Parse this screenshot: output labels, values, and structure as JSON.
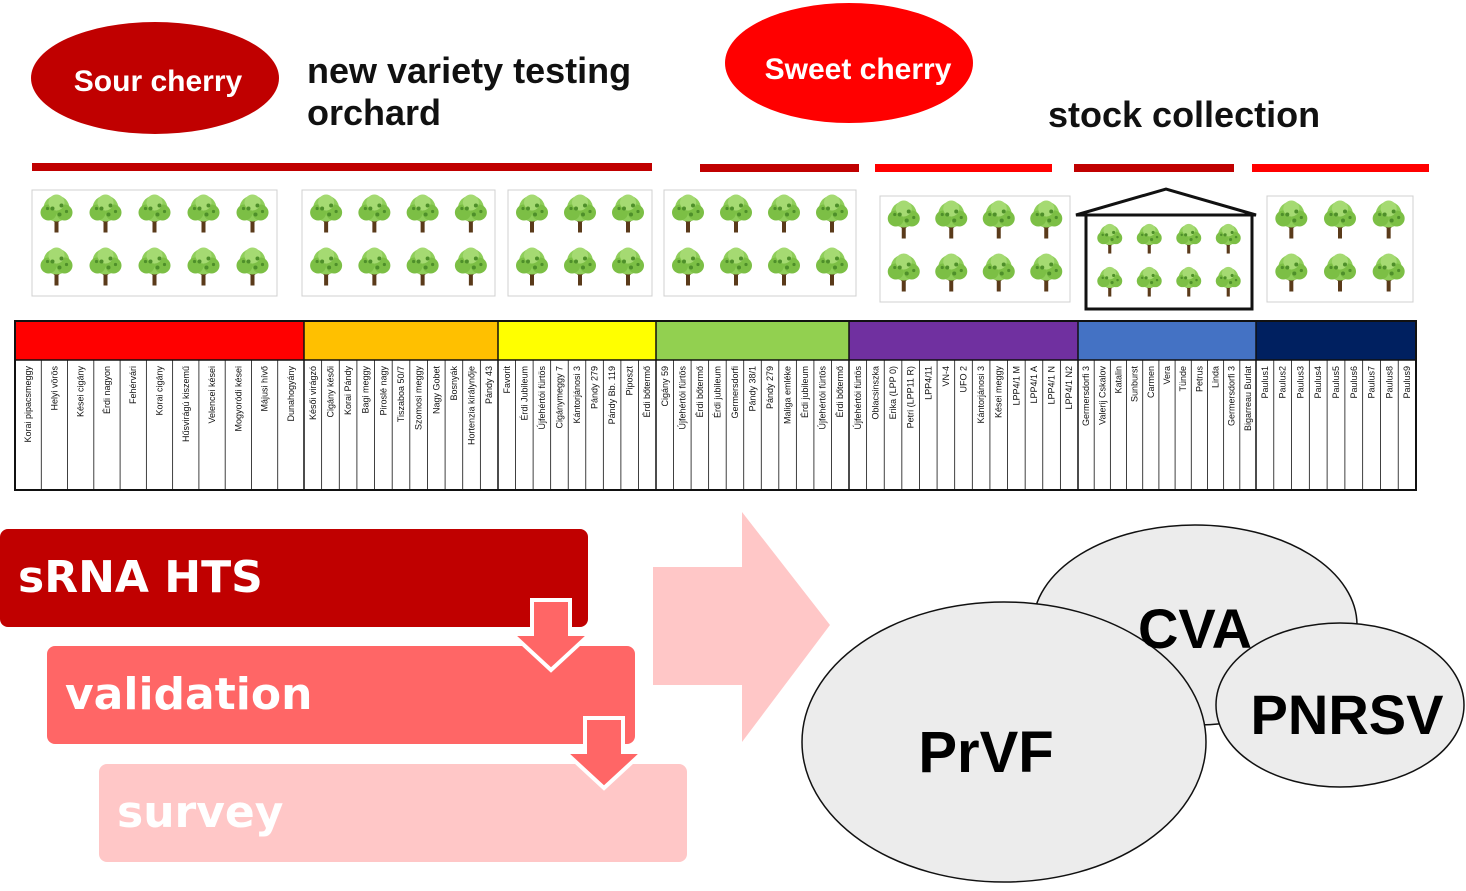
{
  "header": {
    "sour_label": "Sour cherry",
    "sweet_label": "Sweet cherry",
    "orchard_line1": "new variety testing",
    "orchard_line2": "orchard",
    "stock_label": "stock collection"
  },
  "colors": {
    "sour": "#c00000",
    "sweet": "#ff0000",
    "bands": [
      "#ff0000",
      "#ffc000",
      "#ffff00",
      "#92d050",
      "#7030a0",
      "#4472c4",
      "#002060"
    ],
    "step1": "#c00000",
    "step2": "#ff6666",
    "step3": "#ffc7c7",
    "arrow": "#ffc7c7",
    "virus_fill": "#ececec"
  },
  "cultivar_groups": [
    [
      "Korai pipacsmeggy",
      "Helyi vörös",
      "Kései cigány",
      "Érdi nagyon",
      "Fehérvári",
      "Korai cigány",
      "Hűsvirágú kiszemű",
      "Velencei kései",
      "Mogyoródi kései",
      "Májusi hívő",
      "Dunahogyány"
    ],
    [
      "Késői virágzó",
      "Cigány késői",
      "Korai Pándy",
      "Bagi meggy",
      "Piroslé nagy",
      "Tiszaboa 50/7",
      "Szomosi meggy",
      "Nagy Gobet",
      "Bosnyák",
      "Hortenzia királynője",
      "Pándy 43"
    ],
    [
      "Favorit",
      "Érdi Jubileum",
      "Újfehértói fürtös",
      "Cigánymeggy 7",
      "Kántorjánosi 3",
      "Pándy 279",
      "Pándy Bb. 119",
      "Piposzt",
      "Érdi bőtermő"
    ],
    [
      "Cigány 59",
      "Újfehértói fürtös",
      "Érdi bőtermő",
      "Érdi jubileum",
      "Germersdorfi",
      "Pándy 38/1",
      "Pándy 279",
      "Maliga emléke",
      "Érdi jubileum",
      "Újfehértói fürtös",
      "Érdi bőtermő"
    ],
    [
      "Újfehértói fürtös",
      "Oblacsinszka",
      "Erika (LPP 0)",
      "Petri (LPP11 R)",
      "LPP4/11",
      "VN-4",
      "UFO 2",
      "Kántorjánosi 3",
      "Kései meggy",
      "LPP4/1 M",
      "LPP4/1 A",
      "LPP4/1 N",
      "LPP4/1 N2"
    ],
    [
      "Germersdorfi 3",
      "Valerij Cskalov",
      "Katalin",
      "Sunburst",
      "Carmen",
      "Vera",
      "Tünde",
      "Petrus",
      "Linda",
      "Germersdorfi 3",
      "Bigarreau Burlat"
    ],
    [
      "Paulus1",
      "Paulus2",
      "Paulus3",
      "Paulus4",
      "Paulus5",
      "Paulus6",
      "Paulus7",
      "Paulus8",
      "Paulus9"
    ]
  ],
  "workflow": {
    "step1": "sRNA HTS",
    "step2": "validation",
    "step3": "survey"
  },
  "viruses": {
    "a": "CVA",
    "b": "PNRSV",
    "c": "PrVF"
  }
}
